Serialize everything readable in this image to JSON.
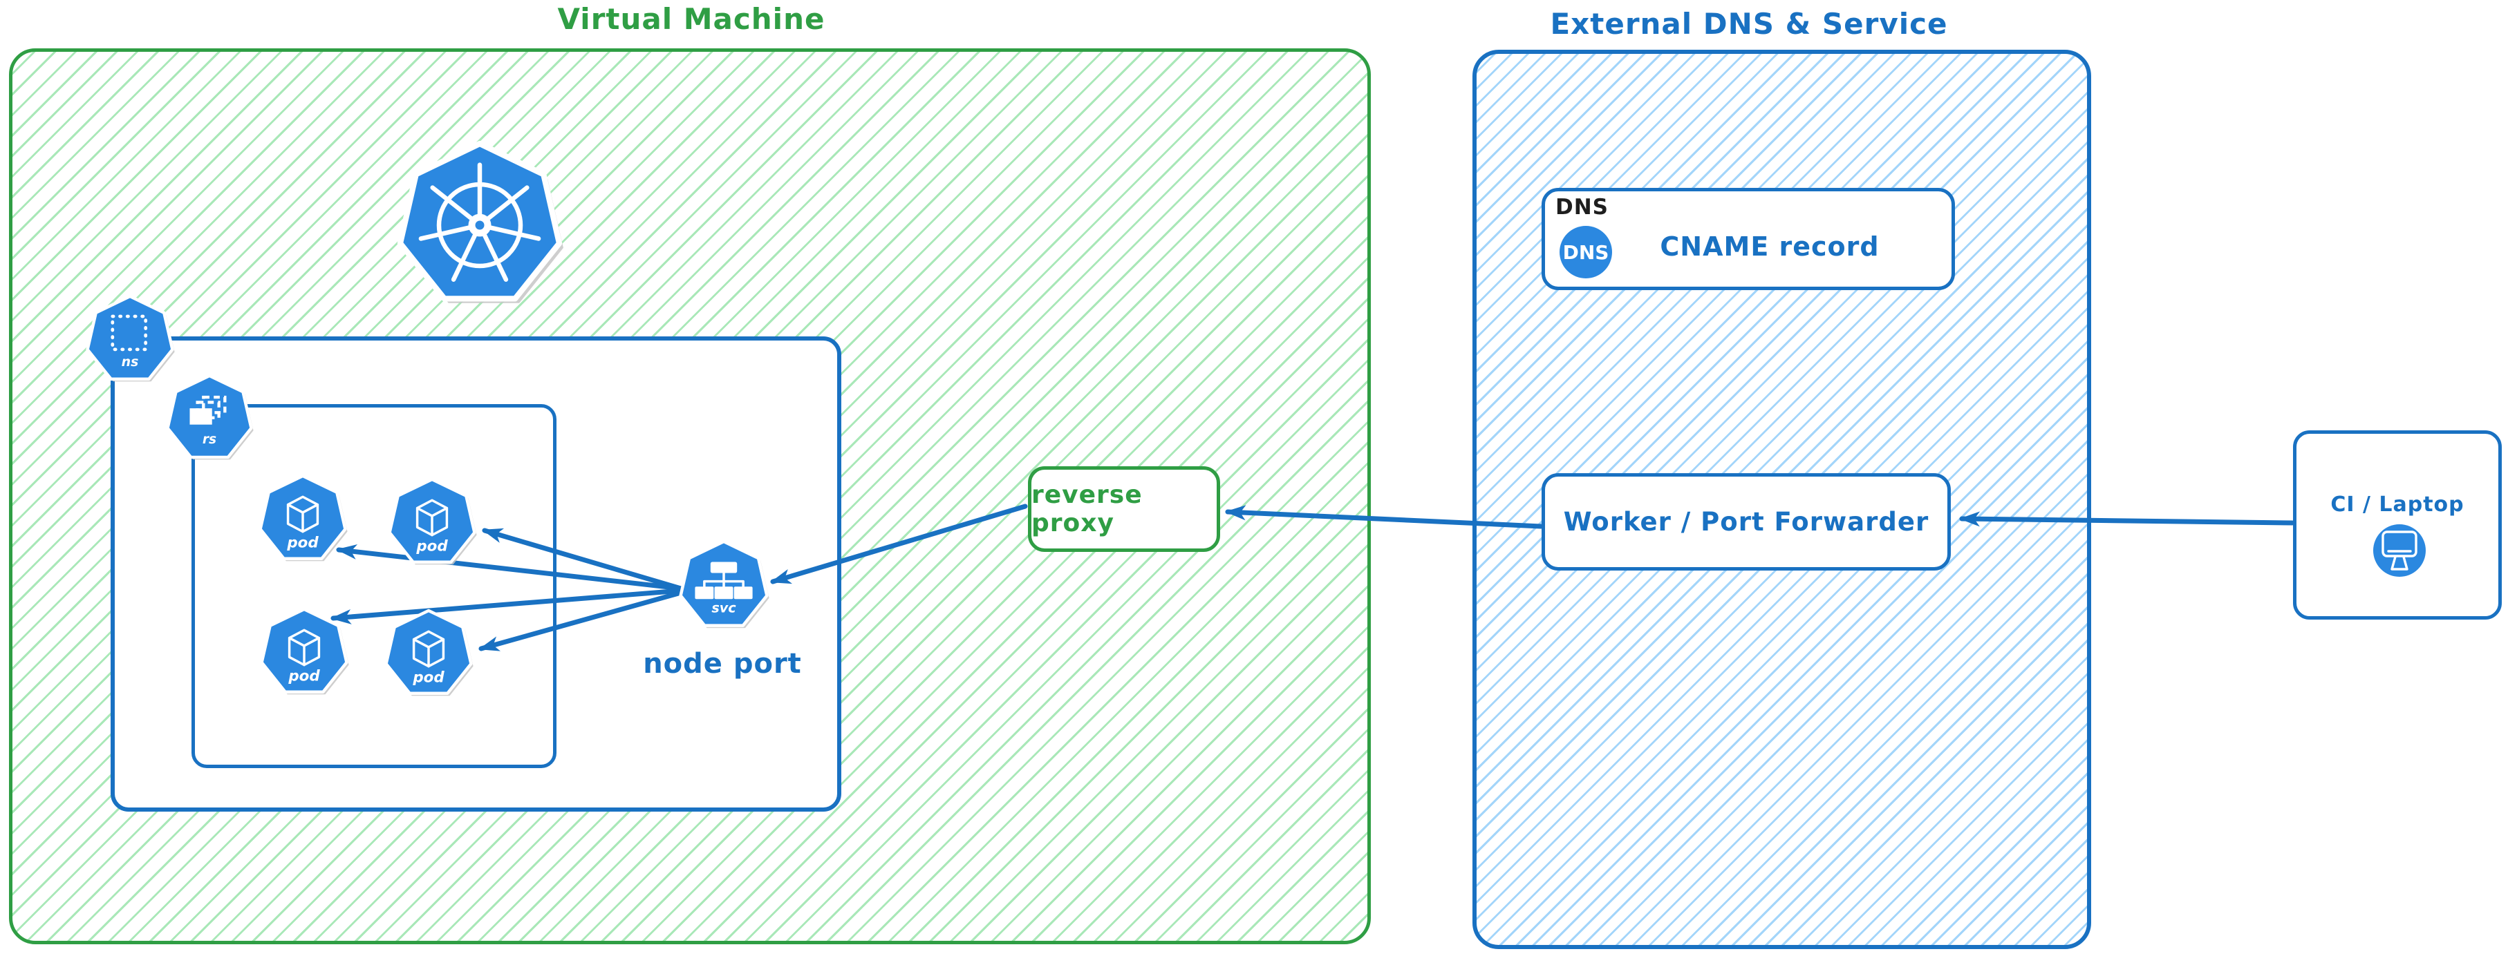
{
  "vm": {
    "title": "Virtual Machine",
    "namespace_icon": "ns",
    "replicaset_icon": "rs",
    "pod_icon": "pod",
    "service_icon": "svc",
    "service_caption": "node port",
    "reverse_proxy": "reverse proxy"
  },
  "external": {
    "title": "External DNS & Service",
    "dns_tag": "DNS",
    "dns_badge": "DNS",
    "cname": "CNAME record",
    "worker": "Worker / Port Forwarder"
  },
  "client": {
    "label": "CI / Laptop"
  },
  "colors": {
    "green": "#2f9e44",
    "green-hatch": "#a9e8b8",
    "blue": "#1971c2",
    "blue-hatch": "#a3d5fa",
    "icon-blue": "#2b88e0",
    "shadow-gray": "#c6c6c6",
    "dns-tag-black": "#1e1e1e"
  }
}
